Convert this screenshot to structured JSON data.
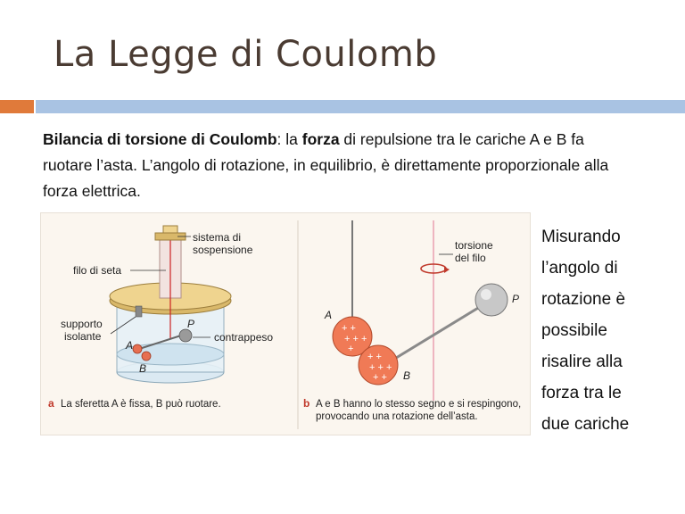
{
  "slide": {
    "title": "La Legge di Coulomb"
  },
  "paragraph": {
    "bold_lead": "Bilancia di torsione di Coulomb",
    "text1": ": la ",
    "bold_word": "forza",
    "text2": " di repulsione tra le cariche A e B fa ruotare l’asta. L’angolo di rotazione, in equilibrio, è direttamente proporzionale  alla forza elettrica."
  },
  "figure": {
    "left": {
      "label_system": "sistema di",
      "label_system2": "sospensione",
      "label_thread": "filo di seta",
      "label_support": "supporto",
      "label_support2": "isolante",
      "label_P": "P",
      "label_counterweight": "contrappeso",
      "label_A": "A",
      "label_B": "B",
      "caption_letter": "a",
      "caption_text": "La sferetta A è fissa, B può ruotare."
    },
    "right": {
      "label_torsion": "torsione",
      "label_torsion2": "del filo",
      "label_P": "P",
      "label_A": "A",
      "label_B": "B",
      "caption_letter": "b",
      "caption_line1": "A e B hanno lo stesso segno e si respingono,",
      "caption_line2": "provocando una rotazione dell’asta."
    }
  },
  "side": {
    "lines": [
      "Misurando",
      "l’angolo di",
      "rotazione è",
      "possibile",
      "risalire alla",
      "forza tra le",
      "due cariche"
    ]
  },
  "colors": {
    "accent_orange": "#e07a3a",
    "accent_blue": "#a9c3e3",
    "title_color": "#4a3b32",
    "caption_red": "#c0392b"
  }
}
